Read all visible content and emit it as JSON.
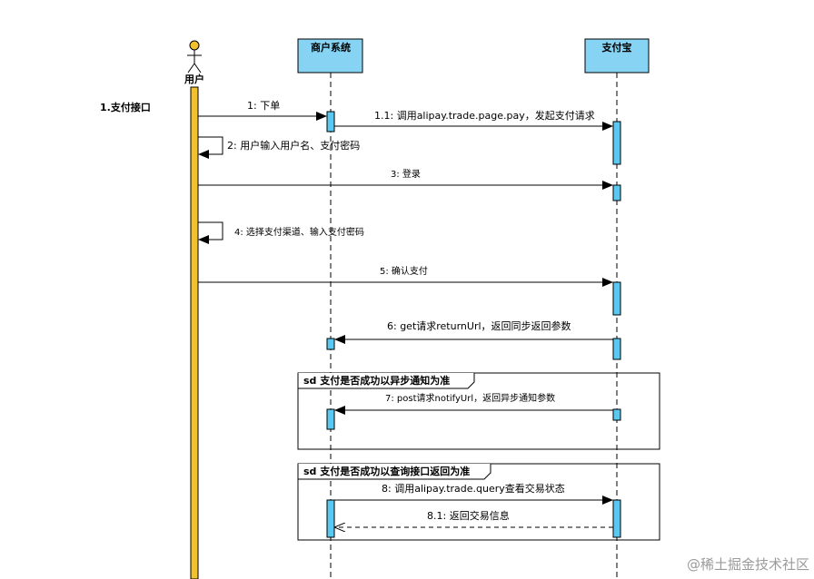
{
  "actors": {
    "user": "用户",
    "merchant": "商户系统",
    "alipay": "支付宝"
  },
  "section_label": "1.支付接口",
  "messages": {
    "m1": "1: 下单",
    "m1_1": "1.1: 调用alipay.trade.page.pay，发起支付请求",
    "m2": "2: 用户输入用户名、支付密码",
    "m3": "3:  登录",
    "m4": "4: 选择支付渠道、输入支付密码",
    "m5": "5: 确认支付",
    "m6": "6: get请求returnUrl，返回同步返回参数",
    "m7": "7: post请求notifyUrl，返回异步通知参数",
    "m8": "8: 调用alipay.trade.query查看交易状态",
    "m8_1": "8.1: 返回交易信息"
  },
  "fragments": {
    "f1": "sd 支付是否成功以异步通知为准",
    "f2": "sd 支付是否成功以查询接口返回为准"
  },
  "watermark": "@稀土掘金技术社区",
  "colors": {
    "actor_box": "#87d3f3",
    "activation": "#5ac8f0",
    "user_bar": "#f2c12e",
    "line": "#000000"
  }
}
